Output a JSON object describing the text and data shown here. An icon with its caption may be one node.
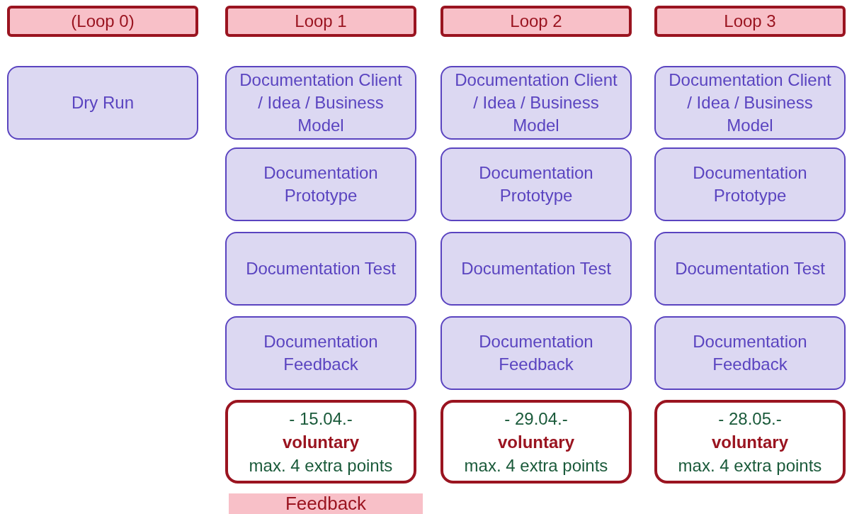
{
  "diagram": {
    "nodes": [
      {
        "text": [
          "(Loop 0)"
        ]
      },
      {
        "text": [
          "Loop 1"
        ]
      },
      {
        "text": [
          "Loop 2"
        ]
      },
      {
        "text": [
          "Loop 3"
        ]
      },
      {
        "text": [
          "Dry Run"
        ]
      },
      {
        "text": [
          "Documentation Client / Idea / Business Model"
        ]
      },
      {
        "text": [
          "Documentation Prototype"
        ]
      },
      {
        "text": [
          "Documentation Test"
        ]
      },
      {
        "text": [
          "Documentation Feedback"
        ]
      },
      {
        "text": [
          "- 15.04.-",
          "voluntary",
          "max. 4 extra points"
        ]
      },
      {
        "text": [
          "Documentation Client / Idea / Business Model"
        ]
      },
      {
        "text": [
          "Documentation Prototype"
        ]
      },
      {
        "text": [
          "Documentation Test"
        ]
      },
      {
        "text": [
          "Documentation Feedback"
        ]
      },
      {
        "text": [
          "- 29.04.-",
          "voluntary",
          "max. 4 extra points"
        ]
      },
      {
        "text": [
          "Documentation Client / Idea / Business Model"
        ]
      },
      {
        "text": [
          "Documentation Prototype"
        ]
      },
      {
        "text": [
          "Documentation Test"
        ]
      },
      {
        "text": [
          "Documentation Feedback"
        ]
      },
      {
        "text": [
          "- 28.05.-",
          "voluntary",
          "max. 4 extra points"
        ]
      },
      {
        "text": [
          "Feedback"
        ]
      }
    ],
    "edges": []
  }
}
